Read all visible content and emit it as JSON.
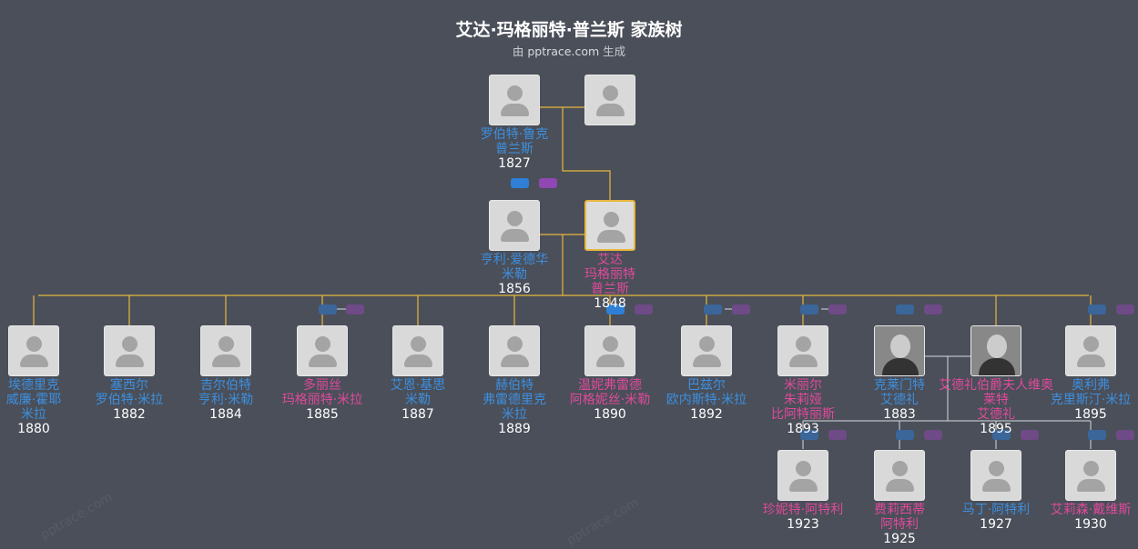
{
  "title": "艾达·玛格丽特·普兰斯 家族树",
  "subtitle": {
    "prefix": "由 ",
    "link": "pptrace.com",
    "suffix": " 生成"
  },
  "watermark": "pptrace.com",
  "colors": {
    "male": "#3d8fe0",
    "female": "#e04a9b",
    "line": "#e8b73f",
    "background": "#4a4f59"
  },
  "people": [
    {
      "id": "robert",
      "gender": "m",
      "name": "罗伯特·鲁克\n普兰斯",
      "year": "1827"
    },
    {
      "id": "robert_spouse",
      "gender": "f",
      "name": "",
      "year": ""
    },
    {
      "id": "henry",
      "gender": "m",
      "name": "亨利·爱德华\n米勒",
      "year": "1856"
    },
    {
      "id": "ada",
      "gender": "f",
      "name": "艾达\n玛格丽特\n普兰斯",
      "year": "1848",
      "highlight": true
    },
    {
      "id": "eric",
      "gender": "m",
      "name": "埃德里克\n威廉·霍耶\n米拉",
      "year": "1880"
    },
    {
      "id": "cecil",
      "gender": "m",
      "name": "塞西尔\n罗伯特·米拉",
      "year": "1882"
    },
    {
      "id": "gilbert",
      "gender": "m",
      "name": "吉尔伯特\n亨利·米勒",
      "year": "1884"
    },
    {
      "id": "doris",
      "gender": "f",
      "name": "多丽丝\n玛格丽特·米拉",
      "year": "1885"
    },
    {
      "id": "ian",
      "gender": "m",
      "name": "艾恩·基思\n米勒",
      "year": "1887"
    },
    {
      "id": "herbert",
      "gender": "m",
      "name": "赫伯特\n弗雷德里克\n米拉",
      "year": "1889"
    },
    {
      "id": "winifred",
      "gender": "f",
      "name": "温妮弗雷德\n阿格妮丝·米勒",
      "year": "1890"
    },
    {
      "id": "basil",
      "gender": "m",
      "name": "巴兹尔\n欧内斯特·米拉",
      "year": "1892"
    },
    {
      "id": "muriel",
      "gender": "f",
      "name": "米丽尔\n朱莉娅\n比阿特丽斯",
      "year": "1893"
    },
    {
      "id": "clement",
      "gender": "m",
      "name": "克莱门特\n艾德礼",
      "year": "1883",
      "photo": true
    },
    {
      "id": "countess",
      "gender": "f",
      "name": "艾德礼伯爵夫人维奥莱特\n艾德礼",
      "year": "1895",
      "photo": true
    },
    {
      "id": "oliver",
      "gender": "m",
      "name": "奥利弗\n克里斯汀·米拉",
      "year": "1895"
    },
    {
      "id": "janet",
      "gender": "f",
      "name": "珍妮特·阿特利",
      "year": "1923"
    },
    {
      "id": "felicity",
      "gender": "f",
      "name": "费莉西蒂\n阿特利",
      "year": "1925"
    },
    {
      "id": "martin",
      "gender": "m",
      "name": "马丁·阿特利",
      "year": "1927"
    },
    {
      "id": "alison",
      "gender": "f",
      "name": "艾莉森·戴维斯",
      "year": "1930"
    }
  ]
}
